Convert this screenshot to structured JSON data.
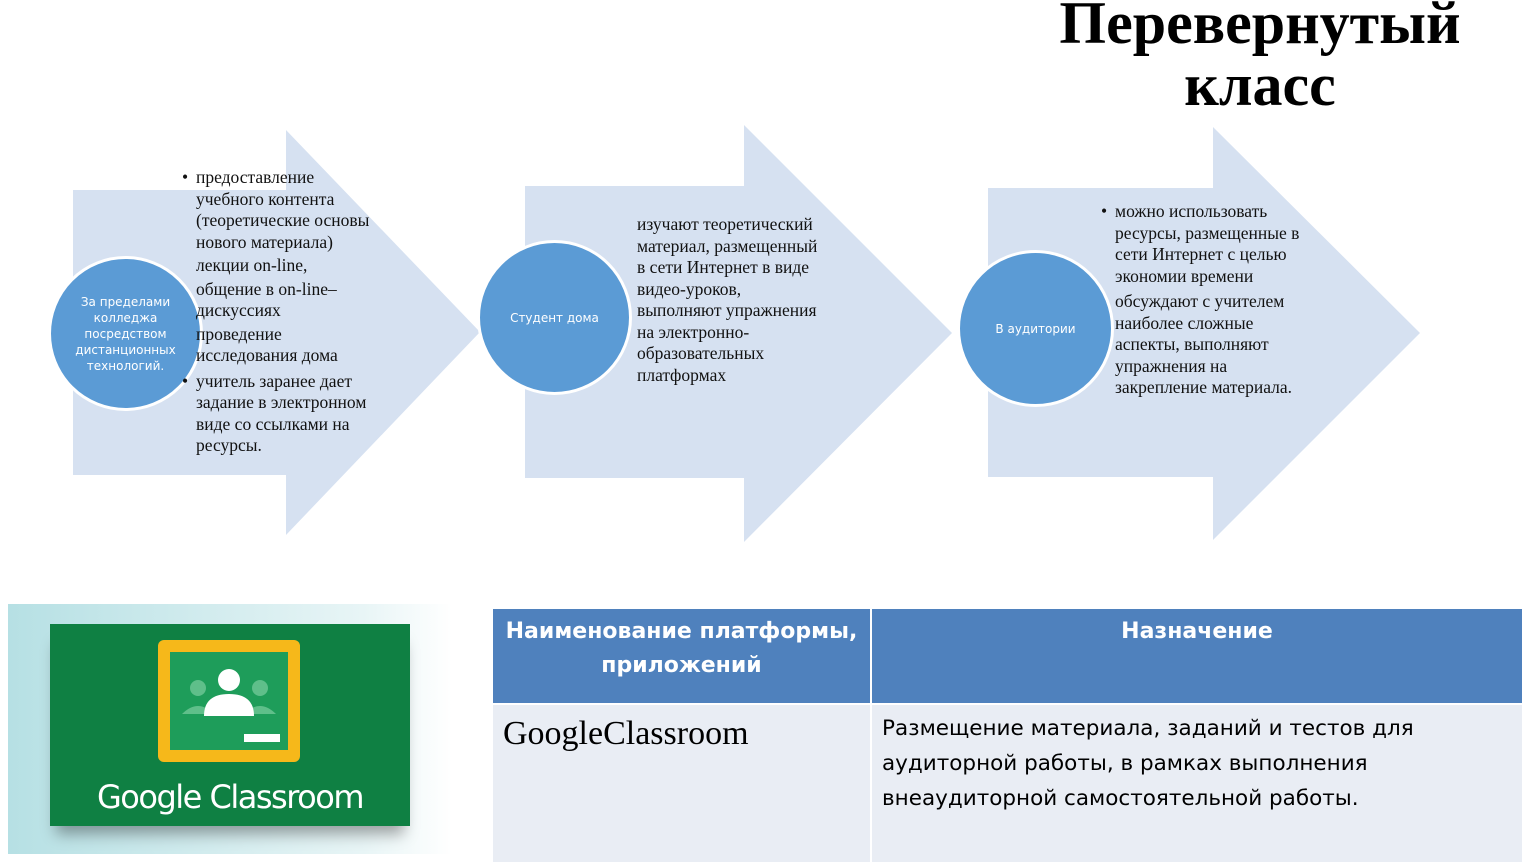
{
  "title": "Перевернутый класс",
  "title_lines": [
    "Перевернутый",
    "класс"
  ],
  "colors": {
    "arrow": "#d6e1f1",
    "circle": "#5b9bd5",
    "table_header": "#4f81bd",
    "table_body": "#e9edf4",
    "logo_green": "#0f8043",
    "logo_yellow": "#f6b81a"
  },
  "steps": [
    {
      "label": "За пределами колледжа посредством дистанционных технологий.",
      "items": [
        {
          "text": "предоставление учебного контента (теоретические основы нового материала)",
          "bullet": true
        },
        {
          "text": "лекции on-line,",
          "bullet": false
        },
        {
          "text": "общение в on-line–дискуссиях",
          "bullet": false
        },
        {
          "text": "проведение исследования дома",
          "bullet": false
        },
        {
          "text": "учитель заранее дает задание в электронном виде со ссылками на ресурсы.",
          "bullet": true
        }
      ]
    },
    {
      "label": "Студент дома",
      "items": [
        {
          "text": "изучают теоретический материал, размещенный в сети Интернет в виде видео-уроков, выполняют упражнения на электронно-образовательных платформах",
          "bullet": false
        }
      ]
    },
    {
      "label": "В аудитории",
      "items": [
        {
          "text": "можно использовать ресурсы, размещенные в сети Интернет с целью экономии времени",
          "bullet": true
        },
        {
          "text": "обсуждают с учителем наиболее сложные аспекты, выполняют упражнения на закрепление материала.",
          "bullet": false
        }
      ]
    }
  ],
  "logo": {
    "text": "Google Classroom",
    "icon": "classroom-board-icon"
  },
  "table": {
    "headers": [
      "Наименование платформы, приложений",
      "Назначение"
    ],
    "rows": [
      [
        "GoogleClassroom",
        "Размещение материала, заданий и тестов для аудиторной работы, в рамках выполнения внеаудиторной самостоятельной работы."
      ]
    ]
  }
}
